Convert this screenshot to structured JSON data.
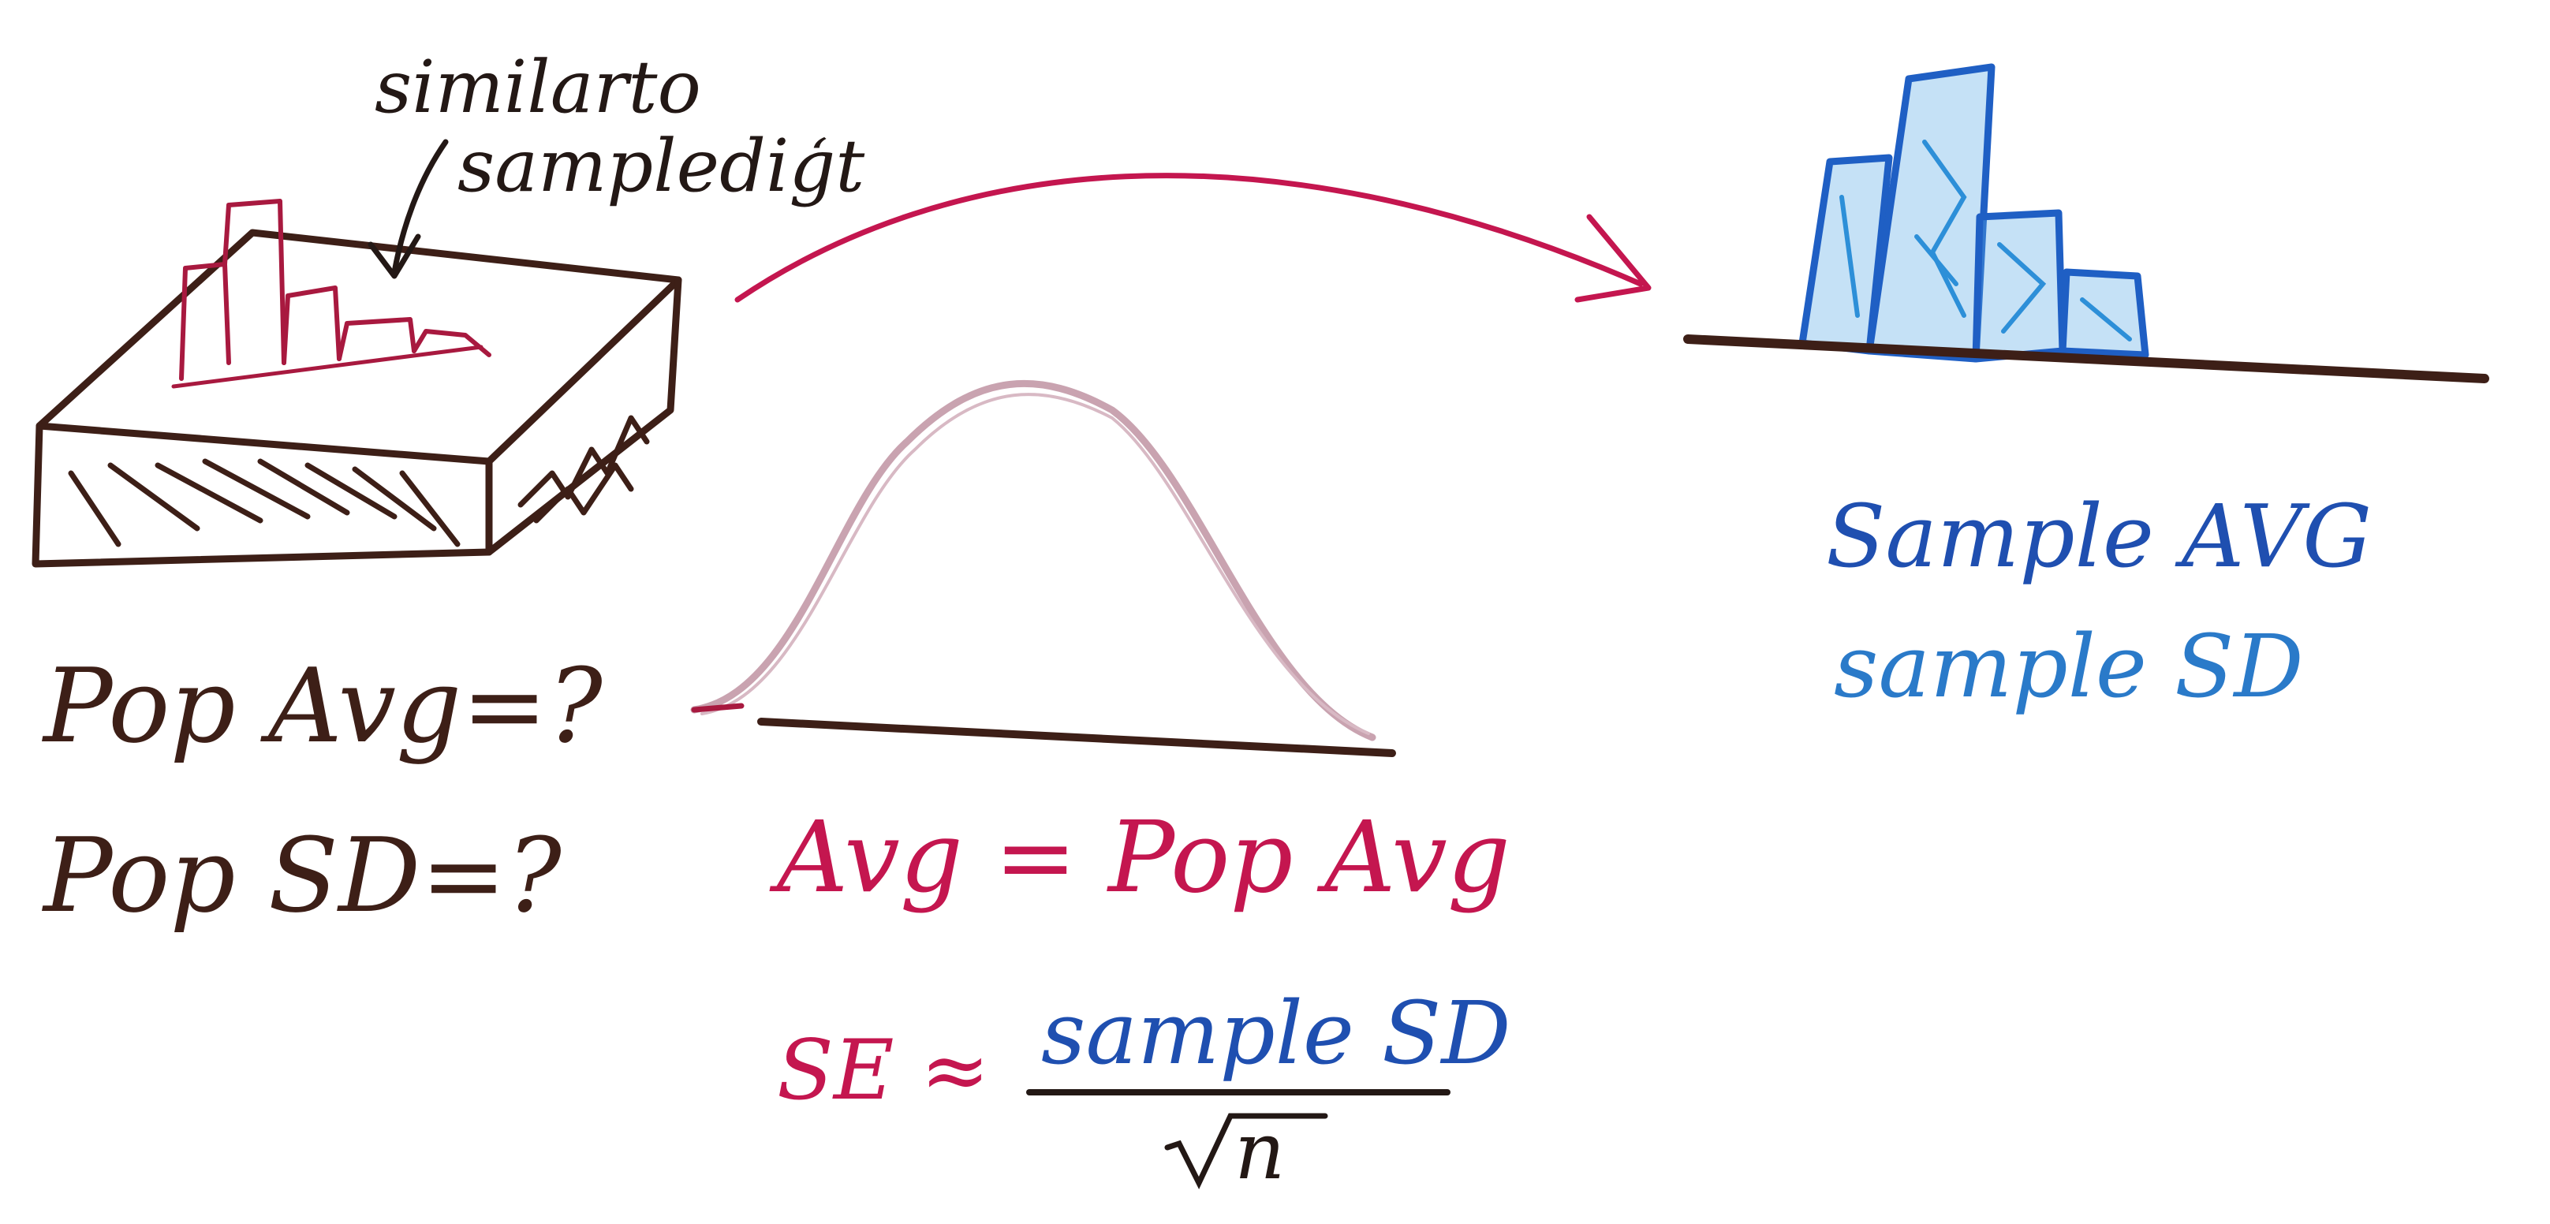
{
  "annotation": {
    "line1": "similarto",
    "line2": "samplediģt"
  },
  "population": {
    "avg_label": "Pop Avg=?",
    "sd_label": "Pop SD=?"
  },
  "sample": {
    "avg_label": "Sample AVG",
    "sd_label": "sample SD"
  },
  "sampling_distribution": {
    "avg_label": "Avg = Pop Avg",
    "se_prefix": "SE ≈",
    "se_numerator": "sample SD",
    "se_denominator": "√n"
  },
  "colors": {
    "ink_brown": "#3d1f17",
    "ink_magenta": "#c4164f",
    "ink_blue_dark": "#1f4fb0",
    "ink_blue_mid": "#2a7ac9",
    "ink_pink_light": "#c9a3b0",
    "background": "#ffffff"
  },
  "icons": {
    "population_box": "population-box-icon",
    "sample_histogram": "sample-histogram-icon",
    "normal_curve": "normal-curve-icon",
    "arrow": "curved-arrow-icon"
  }
}
